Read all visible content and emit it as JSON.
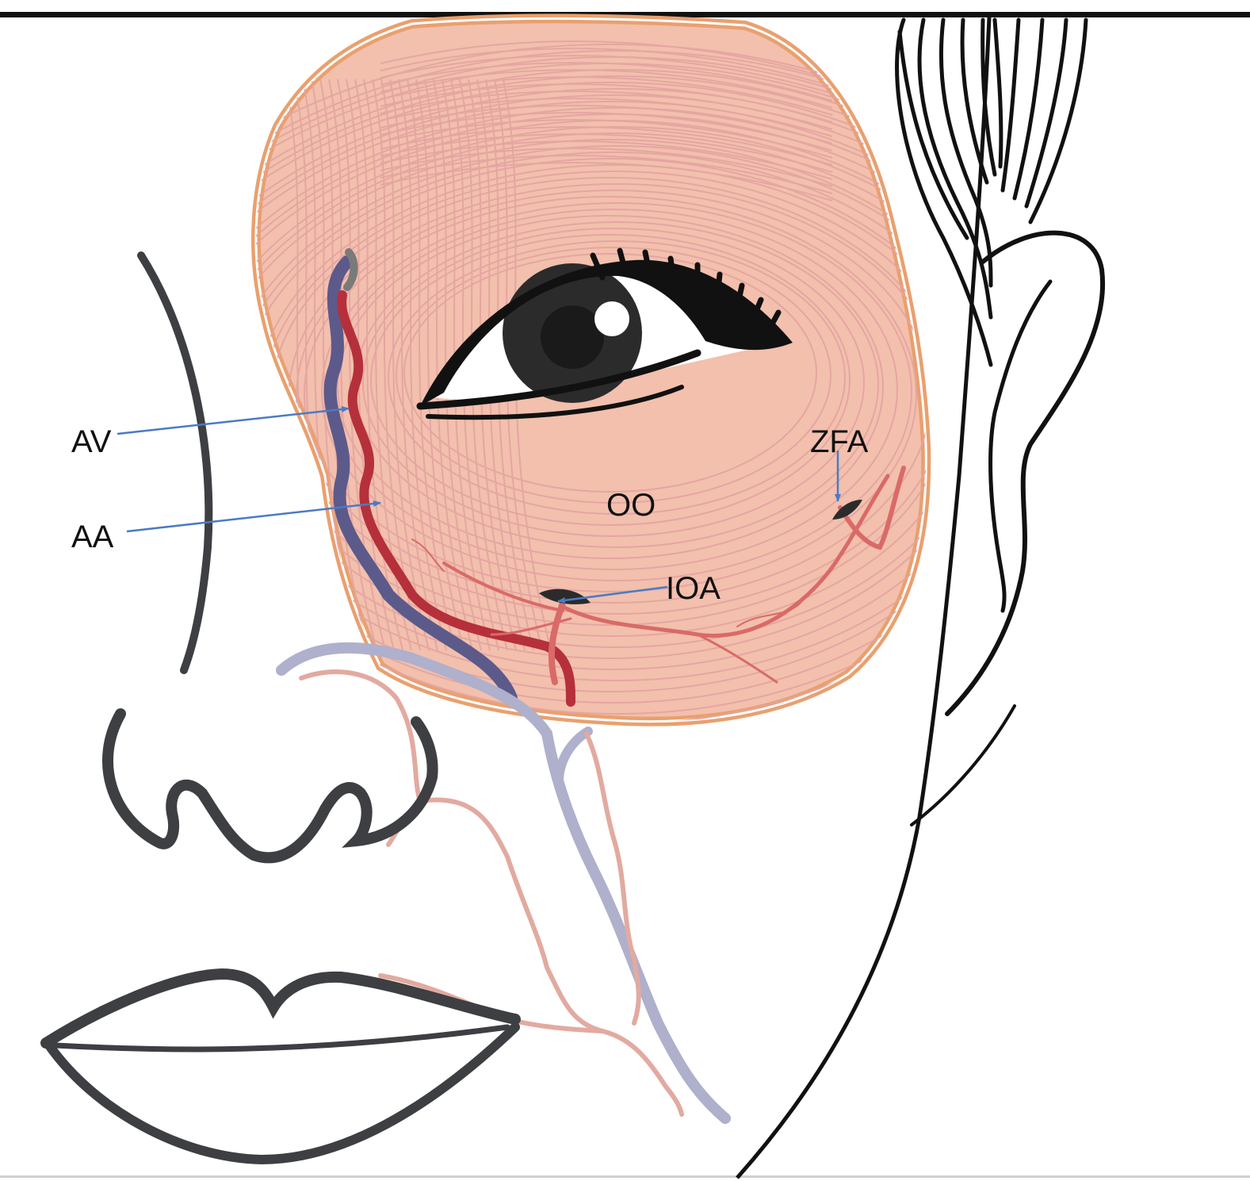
{
  "labels": {
    "av": "AV",
    "aa": "AA",
    "oo": "OO",
    "ioa": "IOA",
    "zfa": "ZFA"
  },
  "colors": {
    "muscle_fill": "#f2c0ad",
    "muscle_border": "#e9a06f",
    "muscle_fiber": "#e4a3a1",
    "angular_vein": "#5c5a8a",
    "angular_artery": "#b5303a",
    "branch_artery": "#d96a68",
    "facial_vein_faded": "#aeb0cc",
    "facial_artery_faded": "#e2aaa0",
    "outline_dark": "#3d3f42",
    "line_black": "#111111",
    "pointer_blue": "#4a7bc4"
  }
}
